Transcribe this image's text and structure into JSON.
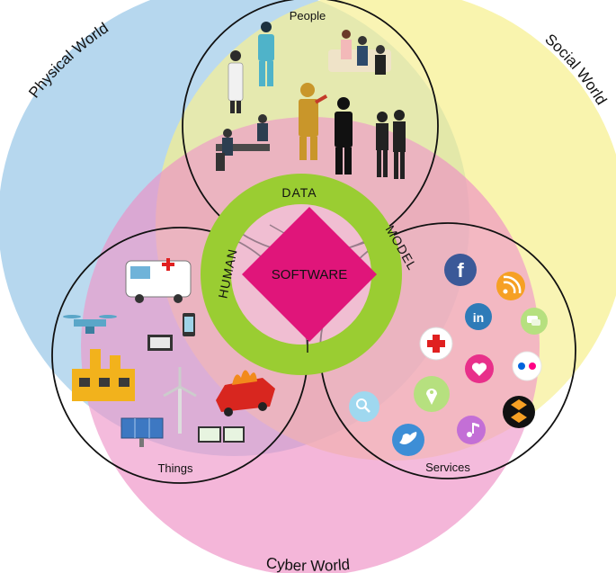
{
  "worlds": {
    "physical": "Physical World",
    "social": "Social World",
    "cyber": "Cyber World"
  },
  "groups": {
    "people": "People",
    "things": "Things",
    "services": "Services"
  },
  "ring": {
    "data": "DATA",
    "human": "HUMAN",
    "model": "MODEL"
  },
  "core": "SOFTWARE",
  "colors": {
    "physical": "#9ec9e8",
    "social": "#f6ef8c",
    "cyber": "#ee8fc4",
    "ring": "#9acd32",
    "core": "#e0157a"
  },
  "services_icons": [
    "facebook-icon",
    "rss-icon",
    "linkedin-icon",
    "chat-icon",
    "medical-cross-icon",
    "heart-icon",
    "flickr-icon",
    "search-icon",
    "location-icon",
    "dropbox-icon",
    "twitter-icon",
    "music-icon"
  ]
}
